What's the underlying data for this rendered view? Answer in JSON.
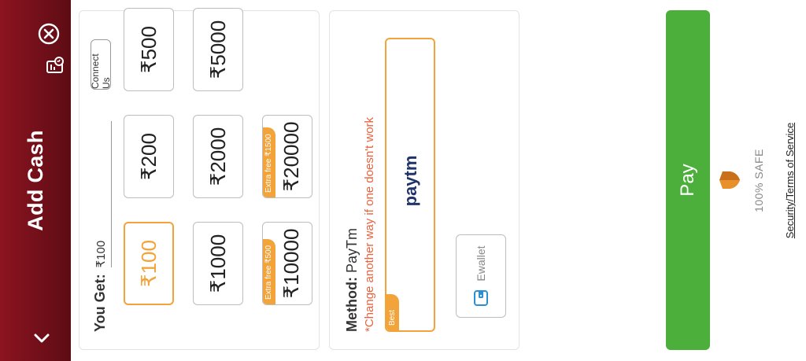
{
  "header": {
    "title": "Add Cash",
    "back_icon": "chevron-left-icon",
    "history_icon": "history-icon",
    "close_icon": "close-icon"
  },
  "amount_section": {
    "you_get_label": "You Get:",
    "you_get_value": "₹100",
    "connect_label": "Connect Us",
    "amounts": [
      {
        "label": "₹100",
        "selected": true,
        "bonus": ""
      },
      {
        "label": "₹200",
        "selected": false,
        "bonus": ""
      },
      {
        "label": "₹500",
        "selected": false,
        "bonus": ""
      },
      {
        "label": "₹1000",
        "selected": false,
        "bonus": ""
      },
      {
        "label": "₹2000",
        "selected": false,
        "bonus": ""
      },
      {
        "label": "₹5000",
        "selected": false,
        "bonus": ""
      },
      {
        "label": "₹10000",
        "selected": false,
        "bonus": "Extra free ₹500"
      },
      {
        "label": "₹20000",
        "selected": false,
        "bonus": "Extra free ₹1500"
      }
    ]
  },
  "method_section": {
    "method_label": "Method:",
    "method_value": "PayTm",
    "hint": "*Change another way if one doesn't work",
    "best_badge": "Best",
    "paytm_logo_text": "paytm",
    "ewallet_label": "Ewallet"
  },
  "pay": {
    "button_label": "Pay",
    "safe_text": "100% SAFE",
    "terms_link": "Security/Terms of Service"
  },
  "colors": {
    "header_dark": "#5d0c14",
    "accent_orange": "#f2a43a",
    "pay_green": "#4caf3c",
    "hint_red": "#e8623f",
    "paytm_navy": "#20336b",
    "paytm_blue": "#00b9f1"
  }
}
